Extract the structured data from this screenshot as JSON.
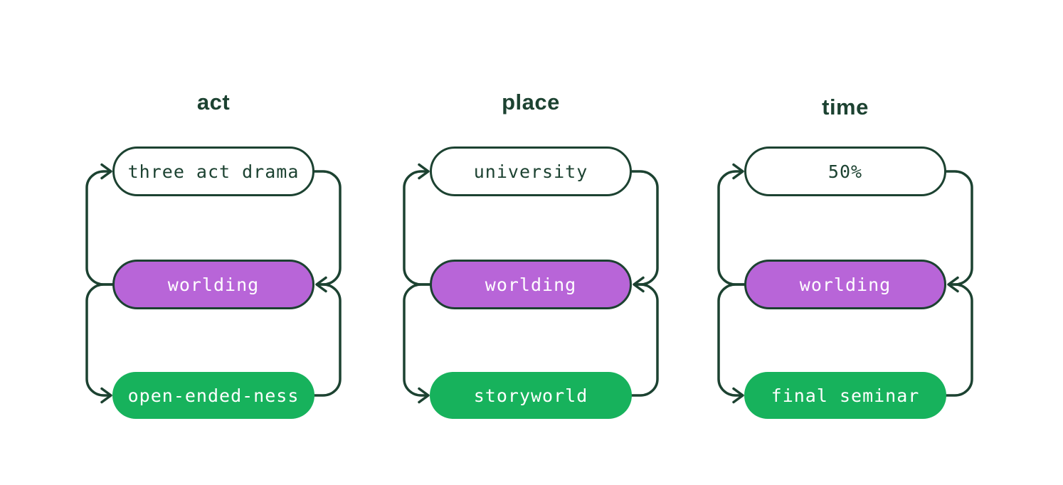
{
  "colors": {
    "ink": "#1c4231",
    "purple": "#b865d8",
    "green": "#17b25c",
    "background": "#ffffff"
  },
  "diagram": {
    "description": "Three cycle diagrams; in each column the middle purple node exchanges bidirectional arrows with the top and bottom nodes",
    "columns": [
      {
        "title": "act",
        "nodes": [
          {
            "label": "three act drama",
            "variant": "outline"
          },
          {
            "label": "worlding",
            "variant": "purple"
          },
          {
            "label": "open-ended-ness",
            "variant": "green"
          }
        ]
      },
      {
        "title": "place",
        "nodes": [
          {
            "label": "university",
            "variant": "outline"
          },
          {
            "label": "worlding",
            "variant": "purple"
          },
          {
            "label": "storyworld",
            "variant": "green"
          }
        ]
      },
      {
        "title": "time",
        "nodes": [
          {
            "label": "50%",
            "variant": "outline"
          },
          {
            "label": "worlding",
            "variant": "purple"
          },
          {
            "label": "final seminar",
            "variant": "green"
          }
        ]
      }
    ]
  }
}
